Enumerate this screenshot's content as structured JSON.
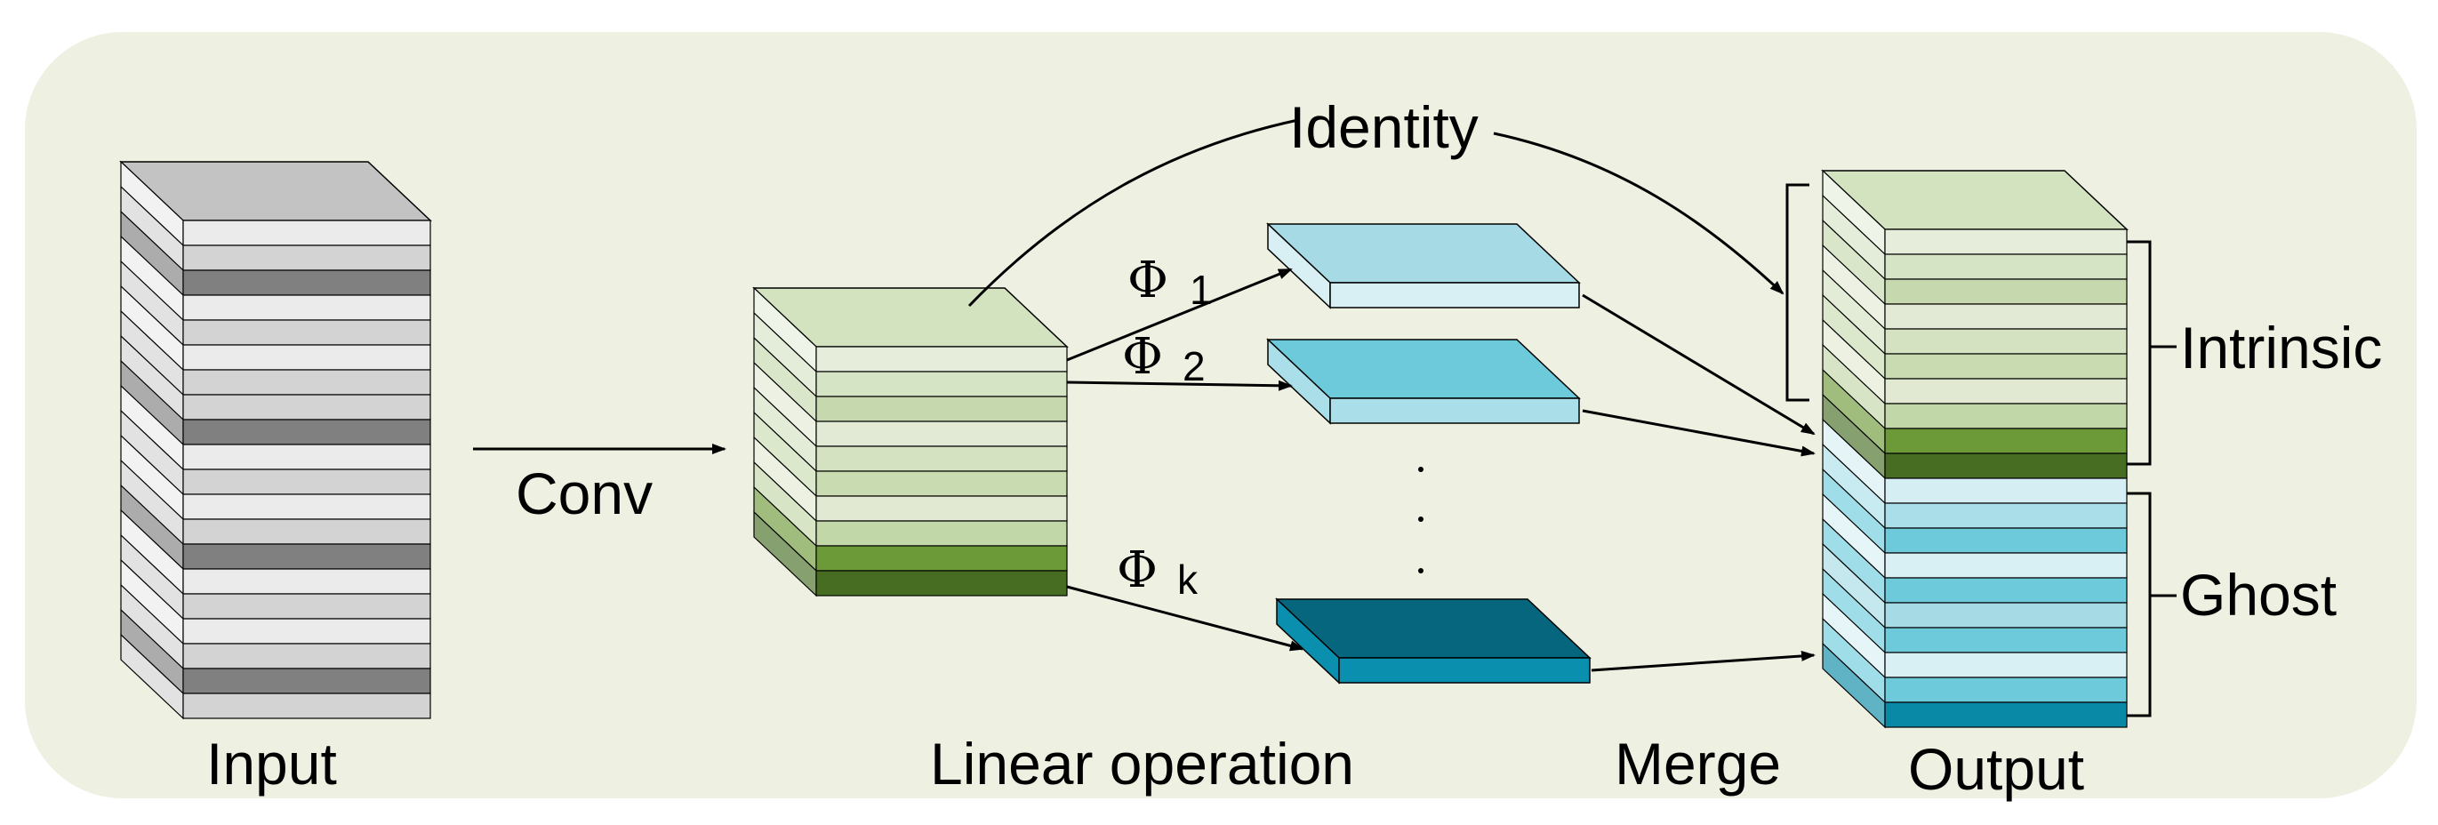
{
  "labels": {
    "input": "Input",
    "conv": "Conv",
    "identity": "Identity",
    "phi1_symbol": "Φ",
    "phi1_sub": "1",
    "phi2_symbol": "Φ",
    "phi2_sub": "2",
    "phik_symbol": "Φ",
    "phik_sub": "k",
    "dots": "· · ·",
    "linear_operation": "Linear operation",
    "merge": "Merge",
    "output": "Output",
    "intrinsic": "Intrinsic",
    "ghost": "Ghost"
  },
  "colors": {
    "background": "#eef0e1",
    "input_stack": [
      "#ebebeb",
      "#d3d3d3",
      "#808080",
      "#ebebeb",
      "#d3d3d3",
      "#ebebeb",
      "#d3d3d3",
      "#d3d3d3",
      "#808080",
      "#ebebeb",
      "#d3d3d3",
      "#ebebeb",
      "#d3d3d3",
      "#808080",
      "#ebebeb",
      "#d3d3d3",
      "#ebebeb",
      "#d3d3d3",
      "#808080",
      "#d3d3d3"
    ],
    "input_top": "#c3c3c3",
    "intrinsic_stack": [
      "#e6eedb",
      "#d6e4c6",
      "#c6d9ae",
      "#e2ead5",
      "#d4e2c2",
      "#c8dbb1",
      "#e1e9d2",
      "#c2d7a8",
      "#6d9a39",
      "#466d21"
    ],
    "intrinsic_top": "#d3e2bf",
    "ghost1_top": "#a6dbe6",
    "ghost1_front": "#d8eff3",
    "ghost2_top": "#6ccadb",
    "ghost2_front": "#aadfea",
    "ghostk_top": "#05667d",
    "ghostk_front": "#0b8fae",
    "ghost_output_stack": [
      "#d5eef3",
      "#aadfea",
      "#6ccadb",
      "#d8eff3",
      "#6ccadb",
      "#a6dbe6",
      "#6ccadb",
      "#d8eff3",
      "#6ccadb",
      "#0a89a6"
    ]
  }
}
